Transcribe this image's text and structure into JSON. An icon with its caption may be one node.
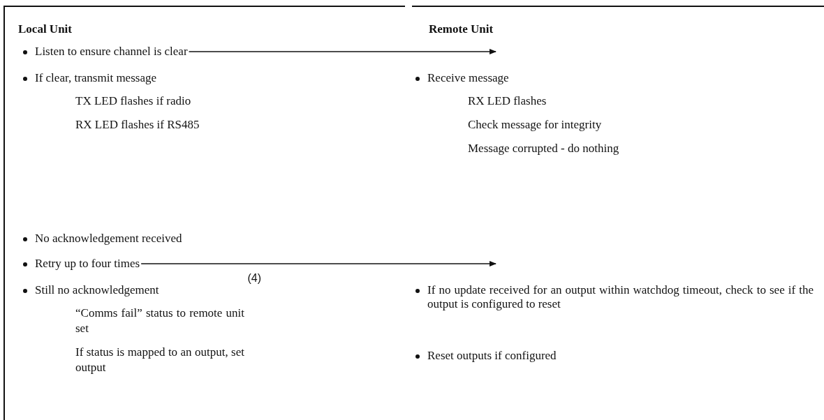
{
  "diagram": {
    "nodes": [
      {
        "text": [
          "Local Unit"
        ]
      },
      {
        "text": [
          "Listen to ensure channel is clear"
        ],
        "in": 0
      },
      {
        "text": [
          "If clear, transmit message",
          "TX LED flashes if radio",
          "RX LED flashes if RS485"
        ],
        "in": 0
      },
      {
        "text": [
          "No acknowledgement received"
        ],
        "in": 0
      },
      {
        "text": [
          "Retry up to four times"
        ],
        "in": 0
      },
      {
        "text": [
          "Still no acknowledgement",
          "“Comms fail” status to remote unit set",
          "If status is mapped to an output, set output"
        ],
        "in": 0
      },
      {
        "text": [
          "Remote Unit"
        ]
      },
      {
        "text": [
          "Receive message",
          "RX LED flashes",
          "Check message for integrity",
          "Message corrupted - do nothing"
        ],
        "in": 6
      },
      {
        "text": [
          "If no update received for an output within watchdog timeout, check to see if the output is configured to reset"
        ],
        "in": 6
      },
      {
        "text": [
          "Reset outputs if configured"
        ],
        "in": 6
      }
    ],
    "edges": [
      {
        "from": 1,
        "to": null,
        "arrow": "to"
      },
      {
        "from": 4,
        "to": null,
        "arrow": "to",
        "label": "(4)"
      }
    ]
  }
}
